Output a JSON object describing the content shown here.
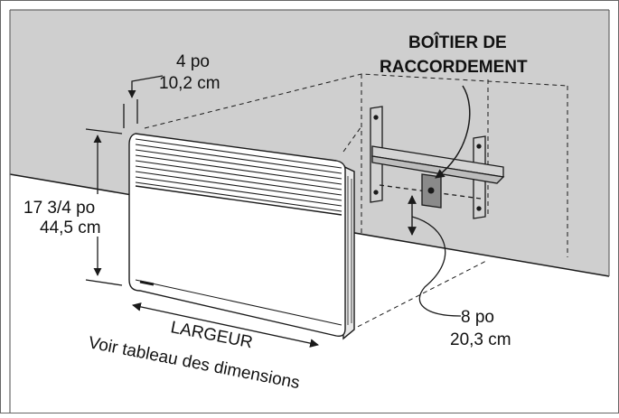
{
  "colors": {
    "wall": "#cfcfcf",
    "floor": "#ffffff",
    "heater_body": "#ffffff",
    "bracket": "#d3d3d3",
    "junction_box": "#8a8a8a",
    "line": "#1a1a1a",
    "frame": "#666666"
  },
  "labels": {
    "depth_po": "4 po",
    "depth_cm": "10,2 cm",
    "junction_box_line1": "BOÎTIER DE",
    "junction_box_line2": "RACCORDEMENT",
    "height_po": "17 3/4 po",
    "height_cm": "44,5 cm",
    "width_title": "LARGEUR",
    "width_note": "Voir tableau des dimensions",
    "floor_clearance_po": "8 po",
    "floor_clearance_cm": "20,3 cm"
  },
  "icons": {
    "heater": "baseboard-convector-heater-icon",
    "mounting_bracket": "wall-bracket-icon",
    "junction_box": "junction-box-icon"
  }
}
